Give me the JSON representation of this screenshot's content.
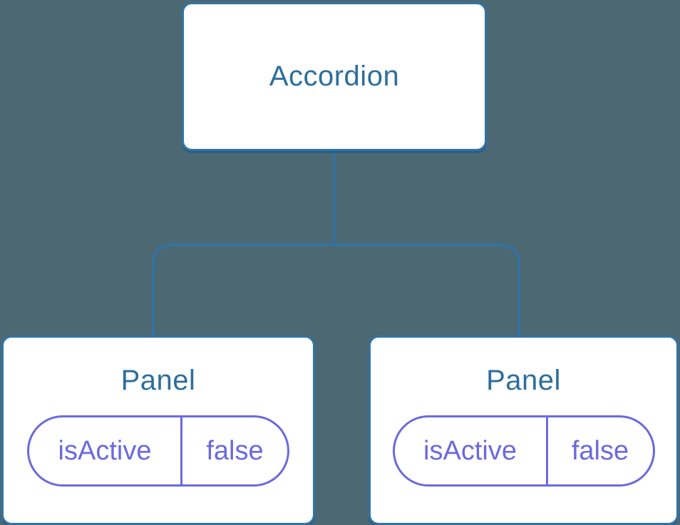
{
  "diagram": {
    "type": "component-tree",
    "root_node": {
      "label": "Accordion"
    },
    "panels": [
      {
        "title": "Panel",
        "state": {
          "key": "isActive",
          "value": "false"
        }
      },
      {
        "title": "Panel",
        "state": {
          "key": "isActive",
          "value": "false"
        }
      }
    ],
    "colors": {
      "background": "#4C6873",
      "node_background": "#FFFFFF",
      "node_border": "#3174A4",
      "node_shadow": "#2A5F85",
      "node_text": "#2C6E9C",
      "state_accent": "#6C69DE"
    }
  }
}
